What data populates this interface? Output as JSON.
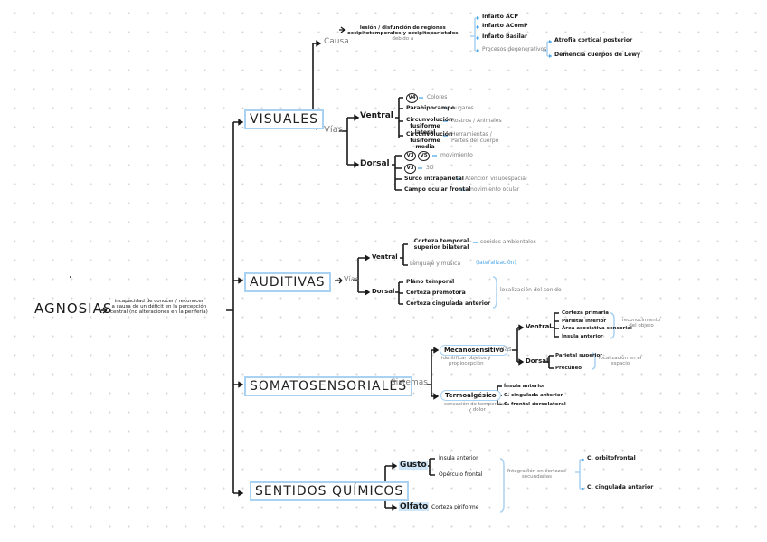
{
  "root": {
    "title": "AGNOSIAS",
    "definition": [
      "incapacidad de conocer / reconocer",
      "a causa de un déficit en la percepción",
      "central (no alteraciones en la periferia)"
    ]
  },
  "visuales": {
    "title": "VISUALES",
    "causa": {
      "label": "Causa",
      "text": [
        "lesión / disfunción de regiones",
        "occipitotemporales y occipitoparietales",
        "debido a"
      ],
      "items": [
        "Infarto ACP",
        "Infarto AComP",
        "Infarto Basilar",
        "Procesos degenerativos"
      ],
      "degenerativos": [
        "Atrofia cortical posterior",
        "Demencia cuerpos de Lewy"
      ]
    },
    "vias": {
      "label": "Vías",
      "ventral": {
        "label": "Ventral",
        "items": [
          {
            "area": "V4",
            "function": "Colores"
          },
          {
            "area": "Parahipocampo",
            "function": "Lugares"
          },
          {
            "area": "Circunvolución fusiforme lateral",
            "function": "Rostros / Animales"
          },
          {
            "area": "Circunvolución fusiforme media",
            "function": "Herramientas / Partes del cuerpo"
          }
        ]
      },
      "dorsal": {
        "label": "Dorsal",
        "items": [
          {
            "area": [
              "V3",
              "V5"
            ],
            "function": "movimiento"
          },
          {
            "area": "V3",
            "function": "3D"
          },
          {
            "area": "Surco intraparietal",
            "function": "Atención visuoespacial"
          },
          {
            "area": "Campo ocular frontal",
            "function": "movimiento ocular"
          }
        ]
      }
    }
  },
  "auditivas": {
    "title": "AUDITIVAS",
    "vias_label": "Vías",
    "ventral": {
      "label": "Ventral",
      "items": [
        {
          "area": "Corteza temporal superior bilateral",
          "function": "sonidos ambientales"
        },
        {
          "area": "Lenguaje y música",
          "function": "(lateralización)"
        }
      ]
    },
    "dorsal": {
      "label": "Dorsal",
      "items": [
        "Plano temporal",
        "Corteza premotora",
        "Corteza cingulada anterior"
      ],
      "function": "localización del sonido"
    }
  },
  "somatosensoriales": {
    "title": "SOMATOSENSORIALES",
    "sistemas_label": "Sistemas",
    "mecanosensitivo": {
      "label": "Mecanosensitivo",
      "description": [
        "identificar objetos y",
        "propiocepción"
      ],
      "vias_label": "Vías",
      "ventral": {
        "label": "Ventral",
        "items": [
          "Corteza primaria",
          "Parietal inferior",
          "Área asociativa sensorial",
          "Ínsula anterior"
        ],
        "function": "reconocimiento del objeto"
      },
      "dorsal": {
        "label": "Dorsal",
        "items": [
          "Parietal superior",
          "Precúneo"
        ],
        "function": [
          "localización en el",
          "espacio"
        ]
      }
    },
    "termoalgesico": {
      "label": "Termoalgésico",
      "description": [
        "sensación de temperatura",
        "y dolor"
      ],
      "items": [
        "Ínsula anterior",
        "C. cingulada anterior",
        "C. frontal dorsolateral"
      ]
    }
  },
  "quimicos": {
    "title": "SENTIDOS QUÍMICOS",
    "gusto": {
      "label": "Gusto",
      "items": [
        "Ínsula anterior",
        "Opérculo frontal"
      ]
    },
    "olfato": {
      "label": "Olfato",
      "items": [
        "Corteza piriforme"
      ]
    },
    "integracion": [
      "Integración en cortezas",
      "secundarias"
    ],
    "secundarias": [
      "C. orbitofrontal",
      "C. cingulada anterior"
    ]
  },
  "colors": {
    "accent_blue": "#4aa6e8",
    "box_border": "#a9d2f2",
    "ink": "#1a1a1a"
  }
}
